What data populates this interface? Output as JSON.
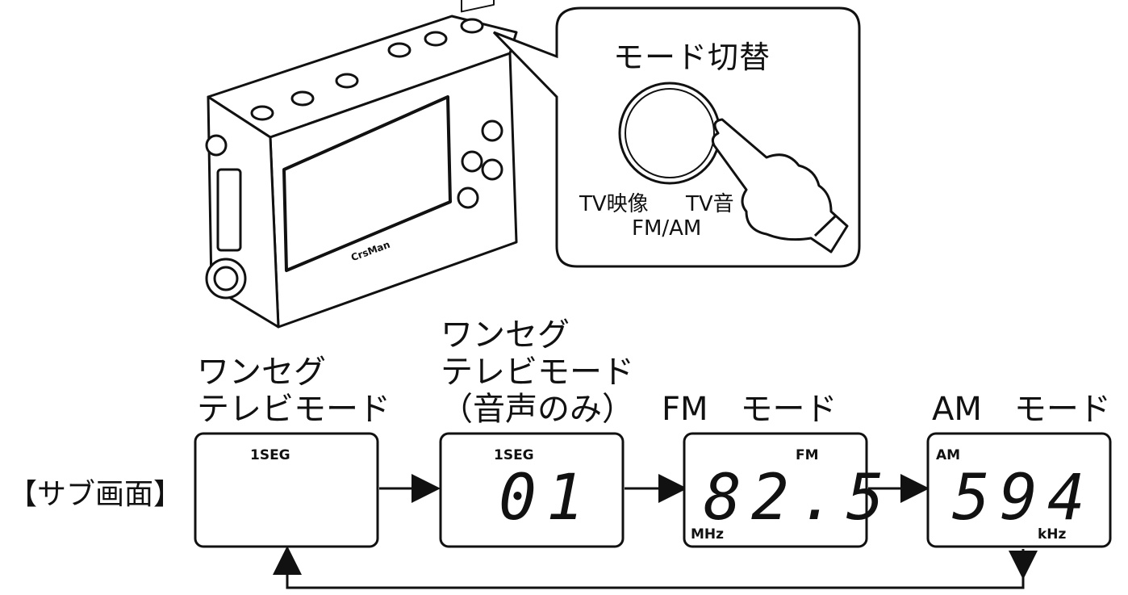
{
  "callout": {
    "title": "モード切替",
    "knob_left_label": "TV映像",
    "knob_right_label": "TV音",
    "knob_bottom_label": "FM/AM"
  },
  "device": {
    "brand": "CrsMan"
  },
  "sub_screen_label": "【サブ画面】",
  "modes": [
    {
      "label": "ワンセグ\nテレビモード",
      "indicator": "1SEG",
      "readout": "",
      "unit": ""
    },
    {
      "label": "ワンセグ\nテレビモード\n（音声のみ）",
      "indicator": "1SEG",
      "readout": "01",
      "unit": ""
    },
    {
      "label": "FM　モード",
      "indicator": "FM",
      "readout": "82.5",
      "unit": "MHz"
    },
    {
      "label": "AM　モード",
      "indicator": "AM",
      "readout": "594",
      "unit": "kHz"
    }
  ]
}
